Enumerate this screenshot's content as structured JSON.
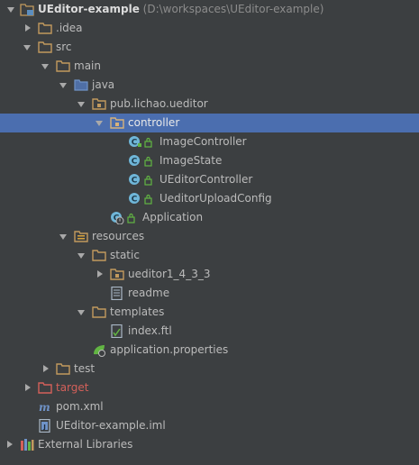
{
  "colors": {
    "background": "#3c3f41",
    "selection": "#4b6eaf",
    "text": "#bbbbbb",
    "hint": "#8c8c8c",
    "folder": "#c29a5e",
    "excluded": "#d3605a",
    "class_circle": "#6fb6d8",
    "access_lock": "#62b543"
  },
  "tree": [
    {
      "label": "UEditor-example",
      "hint": " (D:\\workspaces\\UEditor-example)",
      "icon": "module-folder-icon",
      "arrow": "expanded"
    },
    {
      "label": ".idea",
      "icon": "folder-icon",
      "arrow": "collapsed"
    },
    {
      "label": "src",
      "icon": "folder-icon",
      "arrow": "expanded"
    },
    {
      "label": "main",
      "icon": "folder-icon",
      "arrow": "expanded"
    },
    {
      "label": "java",
      "icon": "source-folder-icon",
      "arrow": "expanded"
    },
    {
      "label": "pub.lichao.ueditor",
      "icon": "package-icon",
      "arrow": "expanded"
    },
    {
      "label": "controller",
      "icon": "package-icon",
      "arrow": "expanded"
    },
    {
      "label": "ImageController",
      "icon": "class-icon",
      "arrow": "none"
    },
    {
      "label": "ImageState",
      "icon": "class-icon",
      "arrow": "none"
    },
    {
      "label": "UEditorController",
      "icon": "class-icon",
      "arrow": "none"
    },
    {
      "label": "UeditorUploadConfig",
      "icon": "class-icon",
      "arrow": "none"
    },
    {
      "label": "Application",
      "icon": "spring-boot-class-icon",
      "arrow": "none"
    },
    {
      "label": "resources",
      "icon": "resources-folder-icon",
      "arrow": "expanded"
    },
    {
      "label": "static",
      "icon": "folder-icon",
      "arrow": "expanded"
    },
    {
      "label": "ueditor1_4_3_3",
      "icon": "package-icon",
      "arrow": "collapsed"
    },
    {
      "label": "readme",
      "icon": "text-file-icon",
      "arrow": "none"
    },
    {
      "label": "templates",
      "icon": "folder-icon",
      "arrow": "expanded"
    },
    {
      "label": "index.ftl",
      "icon": "freemarker-file-icon",
      "arrow": "none"
    },
    {
      "label": "application.properties",
      "icon": "spring-properties-icon",
      "arrow": "none"
    },
    {
      "label": "test",
      "icon": "folder-icon",
      "arrow": "collapsed"
    },
    {
      "label": "target",
      "icon": "excluded-folder-icon",
      "arrow": "collapsed"
    },
    {
      "label": "pom.xml",
      "icon": "maven-icon",
      "arrow": "none"
    },
    {
      "label": "UEditor-example.iml",
      "icon": "iml-file-icon",
      "arrow": "none"
    },
    {
      "label": "External Libraries",
      "icon": "libraries-icon",
      "arrow": "collapsed"
    }
  ]
}
